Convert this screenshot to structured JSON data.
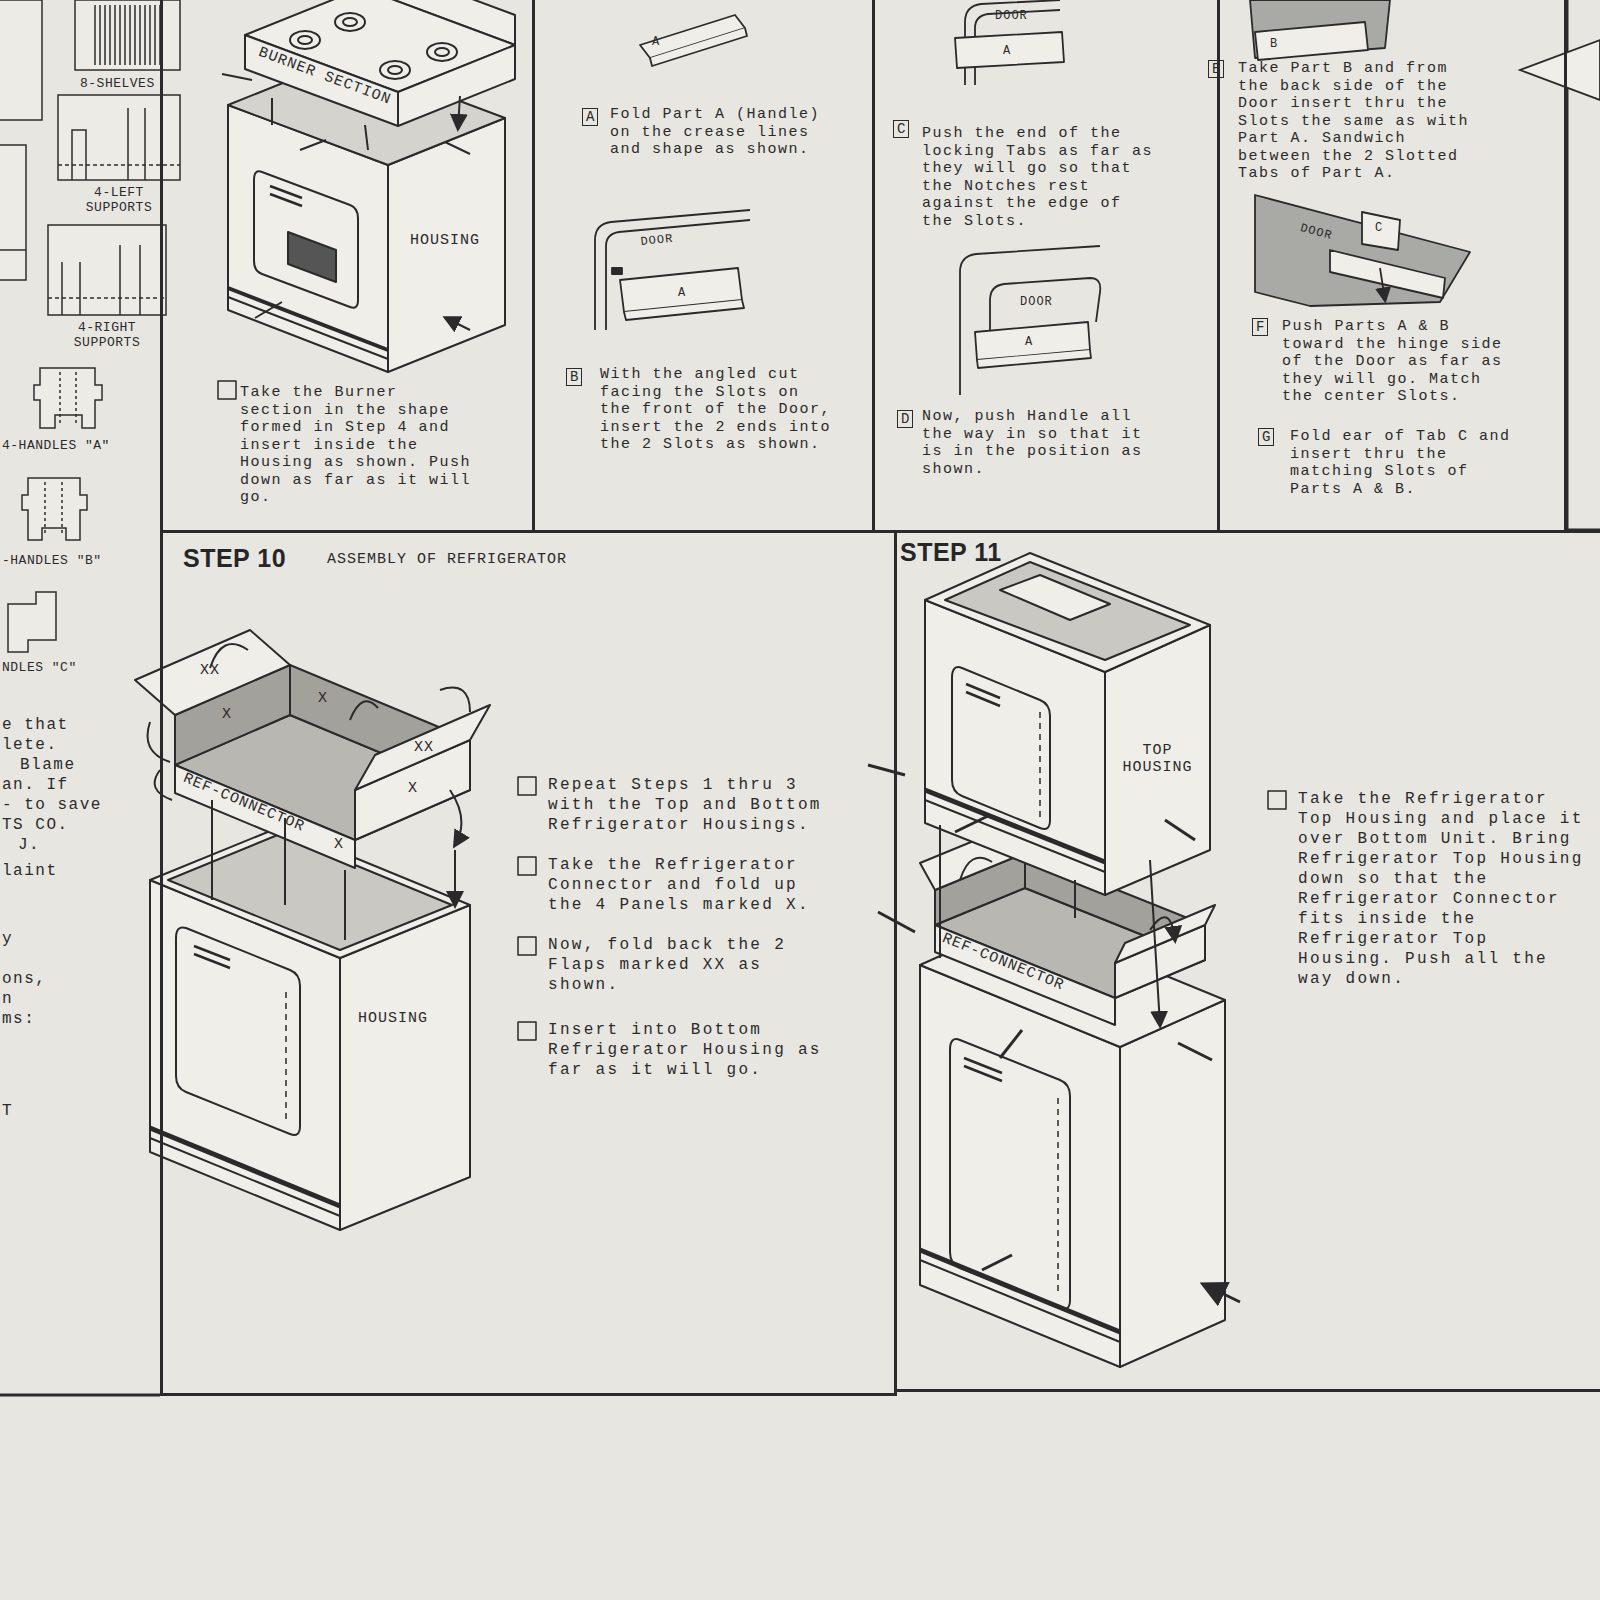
{
  "diagram": {
    "nodes": [
      {
        "text": [
          "Take the Burner section in the shape formed in Step 4 and insert inside the Housing as shown. Push down as far as it will go."
        ]
      },
      {
        "text": [
          "Fold Part A (Handle) on the crease lines and shape as shown.",
          "With the angled cut facing the Slots on the front of the Door, insert the 2 ends into the 2 Slots as shown."
        ]
      },
      {
        "text": [
          "Push the end of the locking Tabs as far as they will go so that the Notches rest against the edge of the Slots.",
          "Now, push Handle all the way in so that it is in the position as shown."
        ]
      },
      {
        "text": [
          "Take Part B and from the back side of the Door insert thru the Slots the same as with Part A. Sandwich between the 2 Slotted Tabs of Part A.",
          "Push Parts A & B toward the hinge side of the Door as far as they will go. Match the center Slots.",
          "Fold ear of Tab C and insert thru the matching Slots of Parts A & B."
        ]
      },
      {
        "text": [
          "STEP 10",
          "ASSEMBLY OF REFRIGERATOR",
          "Repeat Steps 1 thru 3 with the Top and Bottom Refrigerator Housings.",
          "Take the Refrigerator Connector and fold up the 4 Panels marked X.",
          "Now, fold back the 2 Flaps marked XX as shown.",
          "Insert into Bottom Refrigerator Housing as far as it will go."
        ]
      },
      {
        "text": [
          "STEP 11",
          "Take the Refrigerator Top Housing and place it over Bottom Unit. Bring Refrigerator Top Housing down so that the Refrigerator Connector fits inside the Refrigerator Top Housing. Push all the way down."
        ]
      }
    ],
    "labels": [
      "8-SHELVES",
      "4-LEFT SUPPORTS",
      "4-RIGHT SUPPORTS",
      "4-HANDLES \"A\"",
      "-HANDLES \"B\"",
      "NDLES \"C\"",
      "e that",
      "lete.",
      "Blame",
      "an. If",
      "- to save",
      "TS CO.",
      "J.",
      "laint",
      "y",
      "ons,",
      "n",
      "ms:",
      "T",
      "BURNER SECTION",
      "HOUSING",
      "A",
      "DOOR",
      "A",
      "DOOR",
      "A",
      "DOOR",
      "A",
      "B",
      "DOOR",
      "C",
      "A",
      "B",
      "C",
      "D",
      "E",
      "F",
      "G",
      "REF-CONNECTOR",
      "X",
      "XX",
      "X",
      "X",
      "XX",
      "X",
      "HOUSING",
      "TOP HOUSING",
      "REF-CONNECTOR"
    ]
  }
}
